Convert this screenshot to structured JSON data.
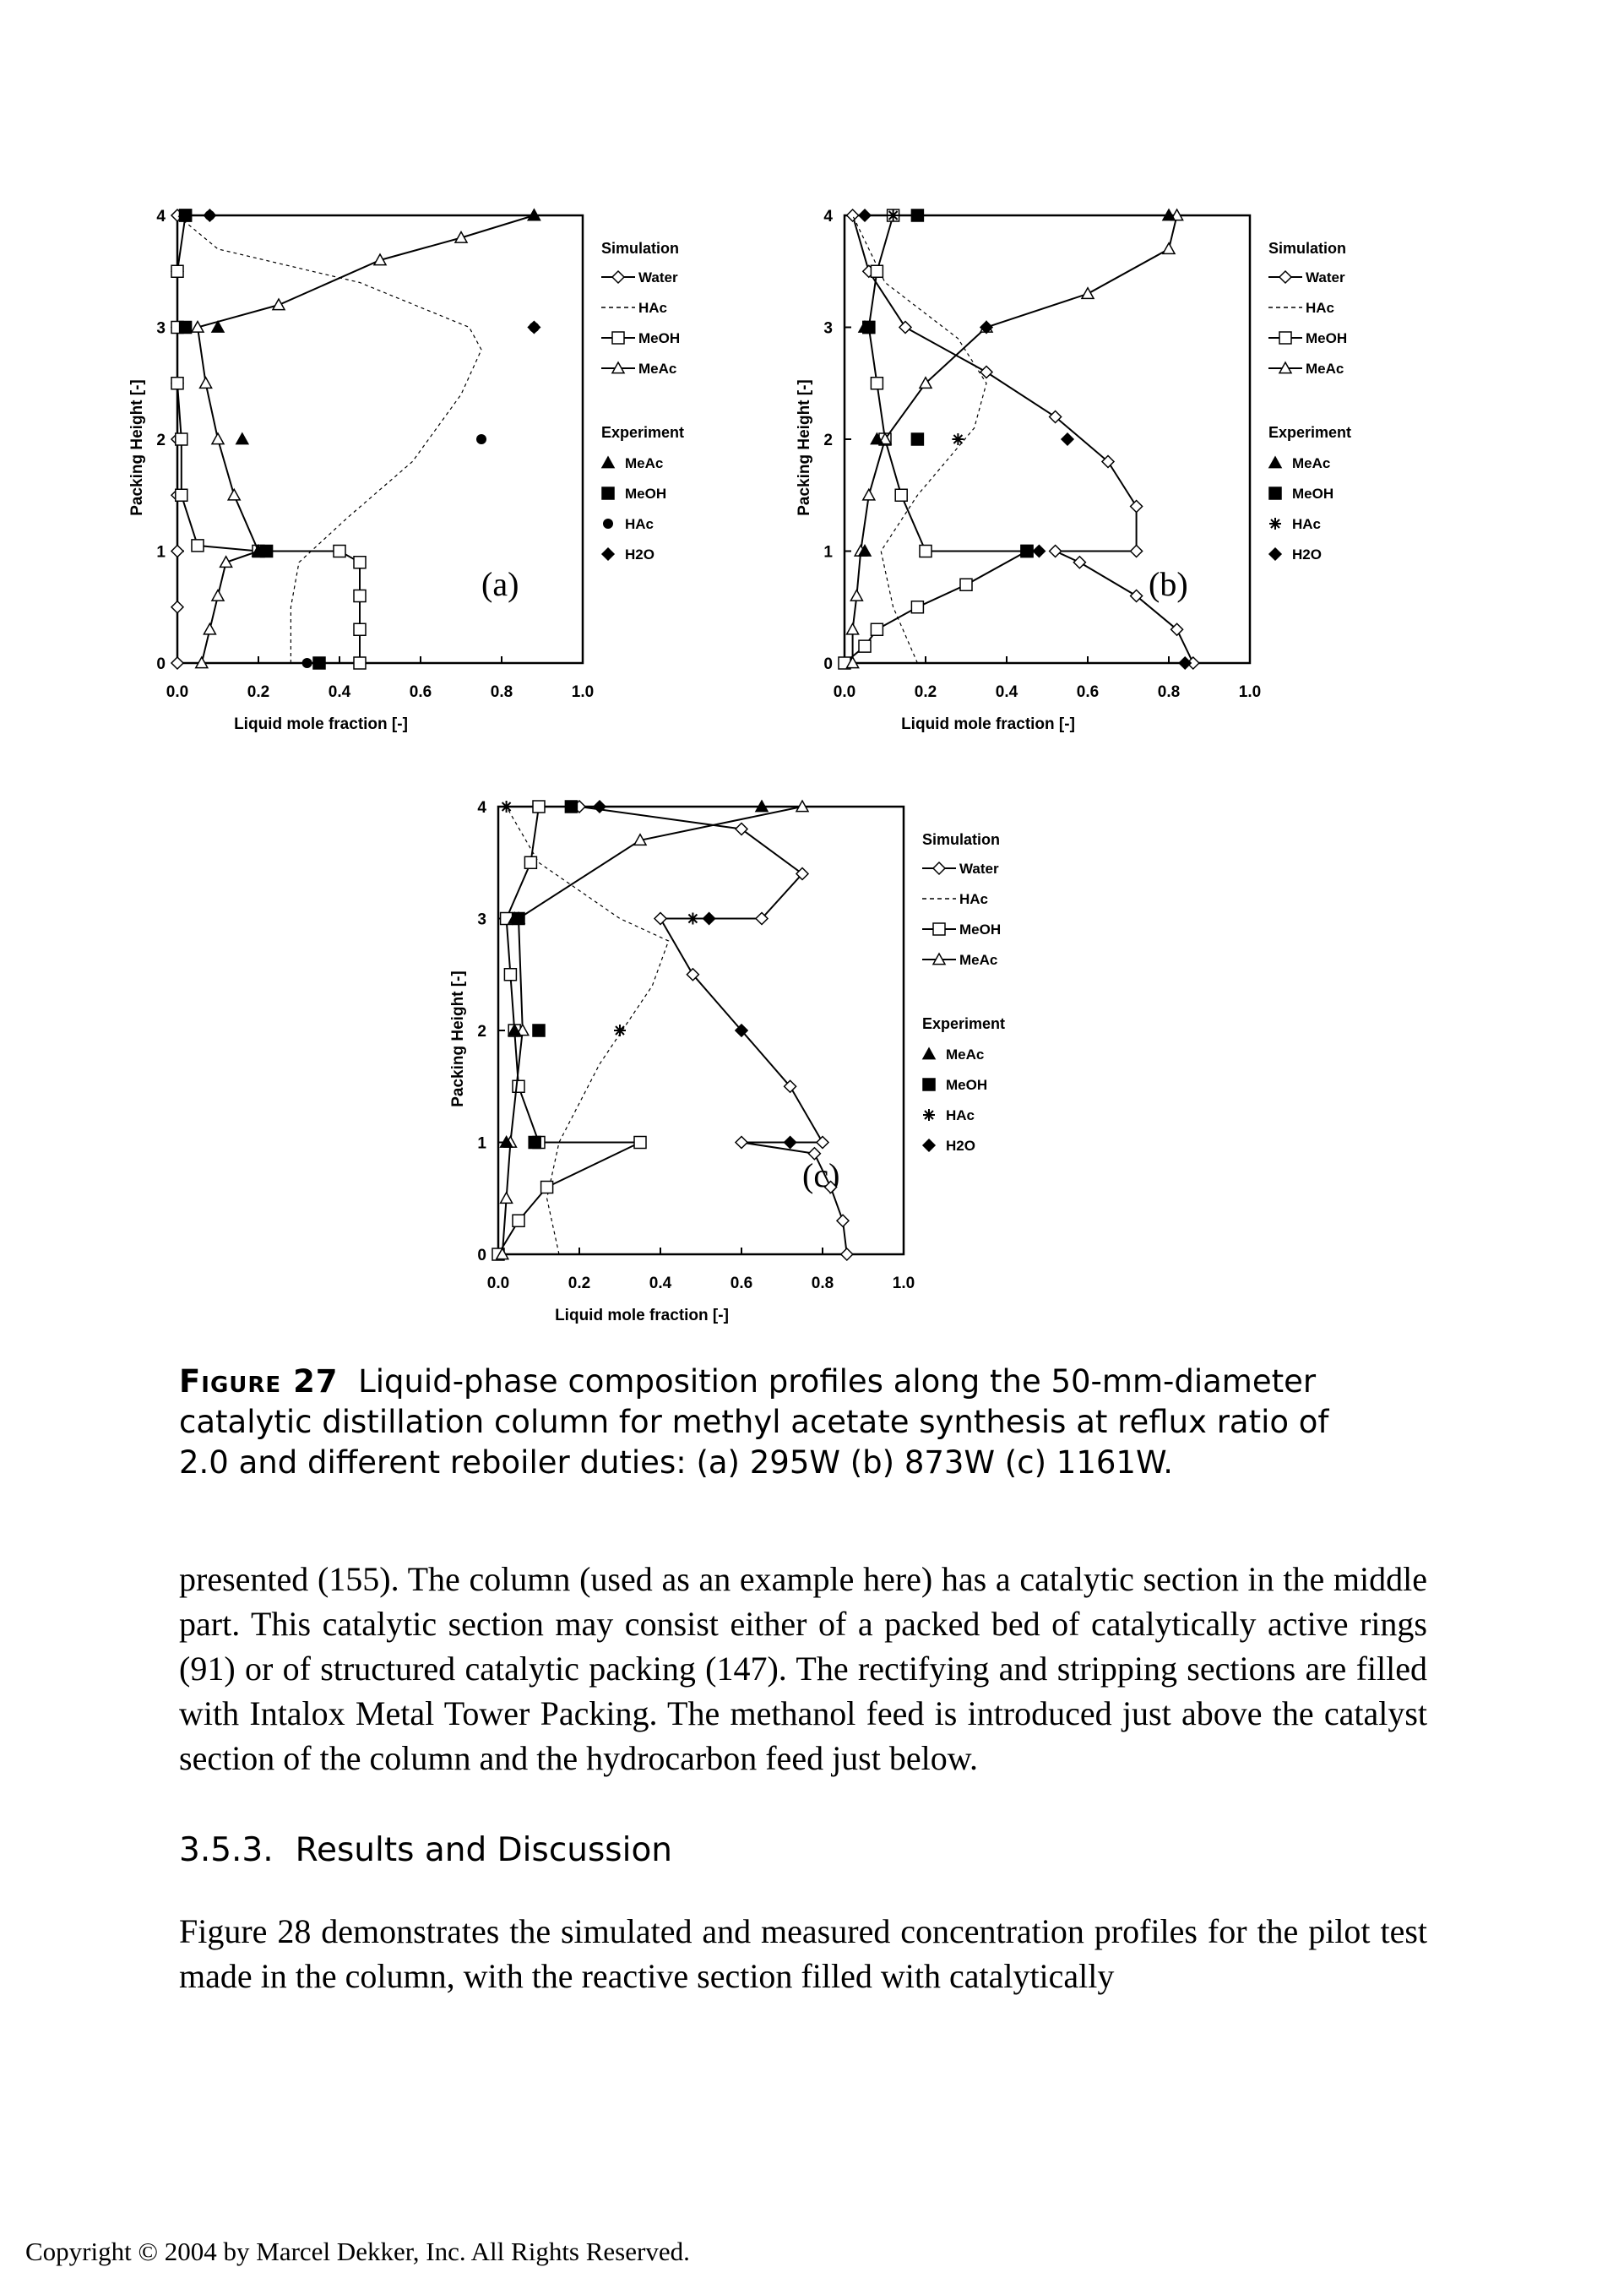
{
  "chart_data": [
    {
      "type": "line",
      "panel_label": "(a)",
      "xlabel": "Liquid mole fraction [-]",
      "ylabel": "Packing Height [-]",
      "xlim": [
        0,
        1.0
      ],
      "ylim": [
        0,
        4
      ],
      "x_ticks": [
        "0.0",
        "0.2",
        "0.4",
        "0.6",
        "0.8",
        "1.0"
      ],
      "y_ticks": [
        "0",
        "1",
        "2",
        "3",
        "4"
      ],
      "legend": {
        "simulation_title": "Simulation",
        "simulation_items": [
          {
            "label": "Water",
            "marker": "diamond-open",
            "dash": "solid"
          },
          {
            "label": "HAc",
            "marker": "none",
            "dash": "dashed"
          },
          {
            "label": "MeOH",
            "marker": "square-open",
            "dash": "solid"
          },
          {
            "label": "MeAc",
            "marker": "triangle-open",
            "dash": "solid"
          }
        ],
        "experiment_title": "Experiment",
        "experiment_items": [
          {
            "label": "MeAc",
            "marker": "triangle-filled"
          },
          {
            "label": "MeOH",
            "marker": "square-filled"
          },
          {
            "label": "HAc",
            "marker": "circle-filled"
          },
          {
            "label": "H2O",
            "marker": "diamond-filled"
          }
        ]
      },
      "series": [
        {
          "name": "Water",
          "points": [
            [
              0.0,
              0
            ],
            [
              0.0,
              0.5
            ],
            [
              0.0,
              1.0
            ],
            [
              0.0,
              1.5
            ],
            [
              0.0,
              2.0
            ],
            [
              0.0,
              2.5
            ],
            [
              0.0,
              3.0
            ],
            [
              0.0,
              3.5
            ],
            [
              0.0,
              4.0
            ]
          ]
        },
        {
          "name": "HAc",
          "points": [
            [
              0.28,
              0
            ],
            [
              0.28,
              0.5
            ],
            [
              0.3,
              0.9
            ],
            [
              0.42,
              1.3
            ],
            [
              0.58,
              1.8
            ],
            [
              0.7,
              2.4
            ],
            [
              0.75,
              2.8
            ],
            [
              0.72,
              3.0
            ],
            [
              0.45,
              3.4
            ],
            [
              0.1,
              3.7
            ],
            [
              0.0,
              4.0
            ]
          ]
        },
        {
          "name": "MeOH",
          "points": [
            [
              0.45,
              0
            ],
            [
              0.45,
              0.3
            ],
            [
              0.45,
              0.6
            ],
            [
              0.45,
              0.9
            ],
            [
              0.4,
              1.0
            ],
            [
              0.2,
              1.0
            ],
            [
              0.05,
              1.05
            ],
            [
              0.01,
              1.5
            ],
            [
              0.01,
              2.0
            ],
            [
              0.0,
              2.5
            ],
            [
              0.0,
              3.0
            ],
            [
              0.0,
              3.5
            ],
            [
              0.02,
              4.0
            ]
          ]
        },
        {
          "name": "MeAc",
          "points": [
            [
              0.06,
              0
            ],
            [
              0.08,
              0.3
            ],
            [
              0.1,
              0.6
            ],
            [
              0.12,
              0.9
            ],
            [
              0.2,
              1.0
            ],
            [
              0.14,
              1.5
            ],
            [
              0.1,
              2.0
            ],
            [
              0.07,
              2.5
            ],
            [
              0.05,
              3.0
            ],
            [
              0.25,
              3.2
            ],
            [
              0.5,
              3.6
            ],
            [
              0.7,
              3.8
            ],
            [
              0.88,
              4.0
            ]
          ]
        },
        {
          "name": "Exp MeAc",
          "points": [
            [
              0.2,
              1.0
            ],
            [
              0.16,
              2.0
            ],
            [
              0.1,
              3.0
            ],
            [
              0.88,
              4.0
            ]
          ]
        },
        {
          "name": "Exp MeOH",
          "points": [
            [
              0.35,
              0.0
            ],
            [
              0.22,
              1.0
            ],
            [
              0.02,
              3.0
            ],
            [
              0.02,
              4.0
            ]
          ]
        },
        {
          "name": "Exp HAc",
          "points": [
            [
              0.32,
              0.0
            ],
            [
              0.75,
              2.0
            ],
            [
              0.88,
              3.0
            ],
            [
              0.08,
              4.0
            ]
          ]
        },
        {
          "name": "Exp H2O",
          "points": [
            [
              0.88,
              3.0
            ],
            [
              0.08,
              4.0
            ]
          ]
        }
      ]
    },
    {
      "type": "line",
      "panel_label": "(b)",
      "xlabel": "Liquid mole fraction [-]",
      "ylabel": "Packing Height [-]",
      "xlim": [
        0,
        1.0
      ],
      "ylim": [
        0,
        4
      ],
      "x_ticks": [
        "0.0",
        "0.2",
        "0.4",
        "0.6",
        "0.8",
        "1.0"
      ],
      "y_ticks": [
        "0",
        "1",
        "2",
        "3",
        "4"
      ],
      "legend": {
        "simulation_title": "Simulation",
        "simulation_items": [
          {
            "label": "Water",
            "marker": "diamond-open",
            "dash": "solid"
          },
          {
            "label": "HAc",
            "marker": "none",
            "dash": "dashed"
          },
          {
            "label": "MeOH",
            "marker": "square-open",
            "dash": "solid"
          },
          {
            "label": "MeAc",
            "marker": "triangle-open",
            "dash": "solid"
          }
        ],
        "experiment_title": "Experiment",
        "experiment_items": [
          {
            "label": "MeAc",
            "marker": "triangle-filled"
          },
          {
            "label": "MeOH",
            "marker": "square-filled"
          },
          {
            "label": "HAc",
            "marker": "asterisk"
          },
          {
            "label": "H2O",
            "marker": "diamond-filled"
          }
        ]
      },
      "series": [
        {
          "name": "Water",
          "points": [
            [
              0.86,
              0
            ],
            [
              0.82,
              0.3
            ],
            [
              0.72,
              0.6
            ],
            [
              0.58,
              0.9
            ],
            [
              0.52,
              1.0
            ],
            [
              0.72,
              1.0
            ],
            [
              0.72,
              1.4
            ],
            [
              0.65,
              1.8
            ],
            [
              0.52,
              2.2
            ],
            [
              0.35,
              2.6
            ],
            [
              0.15,
              3.0
            ],
            [
              0.06,
              3.5
            ],
            [
              0.02,
              4.0
            ]
          ]
        },
        {
          "name": "HAc",
          "points": [
            [
              0.18,
              0
            ],
            [
              0.12,
              0.5
            ],
            [
              0.09,
              1.0
            ],
            [
              0.18,
              1.5
            ],
            [
              0.32,
              2.1
            ],
            [
              0.35,
              2.5
            ],
            [
              0.28,
              2.9
            ],
            [
              0.1,
              3.4
            ],
            [
              0.02,
              4.0
            ]
          ]
        },
        {
          "name": "MeOH",
          "points": [
            [
              0.0,
              0
            ],
            [
              0.05,
              0.15
            ],
            [
              0.08,
              0.3
            ],
            [
              0.18,
              0.5
            ],
            [
              0.3,
              0.7
            ],
            [
              0.45,
              1.0
            ],
            [
              0.2,
              1.0
            ],
            [
              0.14,
              1.5
            ],
            [
              0.1,
              2.0
            ],
            [
              0.08,
              2.5
            ],
            [
              0.06,
              3.0
            ],
            [
              0.08,
              3.5
            ],
            [
              0.12,
              4.0
            ]
          ]
        },
        {
          "name": "MeAc",
          "points": [
            [
              0.02,
              0
            ],
            [
              0.02,
              0.3
            ],
            [
              0.03,
              0.6
            ],
            [
              0.04,
              1.0
            ],
            [
              0.06,
              1.5
            ],
            [
              0.1,
              2.0
            ],
            [
              0.2,
              2.5
            ],
            [
              0.35,
              3.0
            ],
            [
              0.6,
              3.3
            ],
            [
              0.8,
              3.7
            ],
            [
              0.82,
              4.0
            ]
          ]
        },
        {
          "name": "Exp MeAc",
          "points": [
            [
              0.05,
              1.0
            ],
            [
              0.08,
              2.0
            ],
            [
              0.05,
              3.0
            ],
            [
              0.8,
              4.0
            ]
          ]
        },
        {
          "name": "Exp MeOH",
          "points": [
            [
              0.45,
              1.0
            ],
            [
              0.18,
              2.0
            ],
            [
              0.06,
              3.0
            ],
            [
              0.18,
              4.0
            ]
          ]
        },
        {
          "name": "Exp HAc",
          "points": [
            [
              0.28,
              2.0
            ],
            [
              0.12,
              4.0
            ]
          ]
        },
        {
          "name": "Exp H2O",
          "points": [
            [
              0.84,
              0.0
            ],
            [
              0.48,
              1.0
            ],
            [
              0.55,
              2.0
            ],
            [
              0.35,
              3.0
            ],
            [
              0.05,
              4.0
            ]
          ]
        }
      ]
    },
    {
      "type": "line",
      "panel_label": "(c)",
      "xlabel": "Liquid mole fraction [-]",
      "ylabel": "Packing Height [-]",
      "xlim": [
        0,
        1.0
      ],
      "ylim": [
        0,
        4
      ],
      "x_ticks": [
        "0.0",
        "0.2",
        "0.4",
        "0.6",
        "0.8",
        "1.0"
      ],
      "y_ticks": [
        "0",
        "1",
        "2",
        "3",
        "4"
      ],
      "legend": {
        "simulation_title": "Simulation",
        "simulation_items": [
          {
            "label": "Water",
            "marker": "diamond-open",
            "dash": "solid"
          },
          {
            "label": "HAc",
            "marker": "none",
            "dash": "dashed"
          },
          {
            "label": "MeOH",
            "marker": "square-open",
            "dash": "solid"
          },
          {
            "label": "MeAc",
            "marker": "triangle-open",
            "dash": "solid"
          }
        ],
        "experiment_title": "Experiment",
        "experiment_items": [
          {
            "label": "MeAc",
            "marker": "triangle-filled"
          },
          {
            "label": "MeOH",
            "marker": "square-filled"
          },
          {
            "label": "HAc",
            "marker": "asterisk"
          },
          {
            "label": "H2O",
            "marker": "diamond-filled"
          }
        ]
      },
      "series": [
        {
          "name": "Water",
          "points": [
            [
              0.86,
              0
            ],
            [
              0.85,
              0.3
            ],
            [
              0.82,
              0.6
            ],
            [
              0.78,
              0.9
            ],
            [
              0.6,
              1.0
            ],
            [
              0.8,
              1.0
            ],
            [
              0.72,
              1.5
            ],
            [
              0.6,
              2.0
            ],
            [
              0.48,
              2.5
            ],
            [
              0.4,
              3.0
            ],
            [
              0.65,
              3.0
            ],
            [
              0.75,
              3.4
            ],
            [
              0.6,
              3.8
            ],
            [
              0.2,
              4.0
            ]
          ]
        },
        {
          "name": "HAc",
          "points": [
            [
              0.15,
              0
            ],
            [
              0.12,
              0.5
            ],
            [
              0.15,
              1.0
            ],
            [
              0.25,
              1.7
            ],
            [
              0.38,
              2.4
            ],
            [
              0.42,
              2.8
            ],
            [
              0.3,
              3.0
            ],
            [
              0.1,
              3.5
            ],
            [
              0.02,
              4.0
            ]
          ]
        },
        {
          "name": "MeOH",
          "points": [
            [
              0.0,
              0
            ],
            [
              0.05,
              0.3
            ],
            [
              0.12,
              0.6
            ],
            [
              0.35,
              1.0
            ],
            [
              0.1,
              1.0
            ],
            [
              0.05,
              1.5
            ],
            [
              0.04,
              2.0
            ],
            [
              0.03,
              2.5
            ],
            [
              0.02,
              3.0
            ],
            [
              0.08,
              3.5
            ],
            [
              0.1,
              4.0
            ]
          ]
        },
        {
          "name": "MeAc",
          "points": [
            [
              0.01,
              0
            ],
            [
              0.02,
              0.5
            ],
            [
              0.03,
              1.0
            ],
            [
              0.06,
              2.0
            ],
            [
              0.05,
              3.0
            ],
            [
              0.35,
              3.7
            ],
            [
              0.75,
              4.0
            ]
          ]
        },
        {
          "name": "Exp MeAc",
          "points": [
            [
              0.02,
              1.0
            ],
            [
              0.04,
              2.0
            ],
            [
              0.04,
              3.0
            ],
            [
              0.65,
              4.0
            ]
          ]
        },
        {
          "name": "Exp MeOH",
          "points": [
            [
              0.09,
              1.0
            ],
            [
              0.1,
              2.0
            ],
            [
              0.05,
              3.0
            ],
            [
              0.18,
              4.0
            ]
          ]
        },
        {
          "name": "Exp HAc",
          "points": [
            [
              0.3,
              2.0
            ],
            [
              0.48,
              3.0
            ],
            [
              0.02,
              4.0
            ]
          ]
        },
        {
          "name": "Exp H2O",
          "points": [
            [
              0.72,
              1.0
            ],
            [
              0.6,
              2.0
            ],
            [
              0.52,
              3.0
            ],
            [
              0.25,
              4.0
            ]
          ]
        }
      ]
    }
  ],
  "caption": {
    "label": "Figure 27",
    "text": "Liquid-phase composition profiles along the 50-mm-diameter catalytic distillation column for methyl acetate synthesis at reflux ratio of 2.0 and different reboiler duties: (a) 295W (b) 873W (c) 1161W."
  },
  "paragraph1": "presented (155). The column (used as an example here) has a catalytic section in the middle part. This catalytic section may consist either of a packed bed of catalytically active rings (91) or of structured catalytic packing (147). The rectifying and stripping sections are filled with Intalox Metal Tower Packing. The methanol feed is introduced just above the catalyst section of the column and the hydrocarbon feed just below.",
  "section": {
    "number": "3.5.3.",
    "title": "Results and Discussion"
  },
  "paragraph2": "Figure 28 demonstrates the simulated and measured concentration profiles for the pilot test made in the column, with the reactive section filled with catalytically",
  "footer": "Copyright © 2004 by Marcel Dekker, Inc. All Rights Reserved."
}
